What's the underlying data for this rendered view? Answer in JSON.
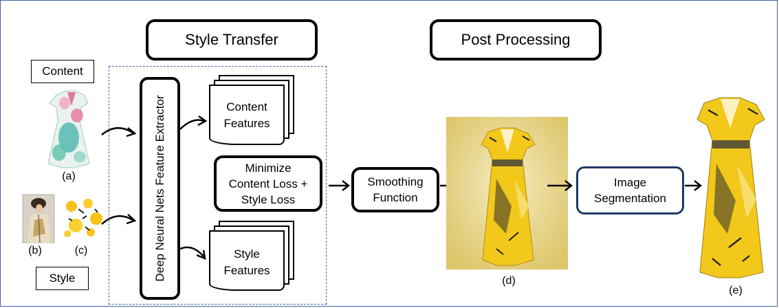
{
  "sections": {
    "style_transfer": "Style Transfer",
    "post_processing": "Post Processing"
  },
  "labels": {
    "content": "Content",
    "style": "Style"
  },
  "extractor": "Deep Neural Nets Feature Extractor",
  "features": {
    "content": [
      "Content",
      "Features"
    ],
    "style": [
      "Style",
      "Features"
    ]
  },
  "minimize": [
    "Minimize",
    "Content Loss +",
    "Style Loss"
  ],
  "smoothing": [
    "Smoothing",
    "Function"
  ],
  "segmentation": [
    "Image",
    "Segmentation"
  ],
  "captions": {
    "a": "(a)",
    "b": "(b)",
    "c": "(c)",
    "d": "(d)",
    "e": "(e)"
  },
  "colors": {
    "dashed_border": "#3f63a5",
    "segmentation_border": "#1f3864",
    "dress_yellow": "#f2c81b",
    "background_gold": "#e6d38a"
  }
}
